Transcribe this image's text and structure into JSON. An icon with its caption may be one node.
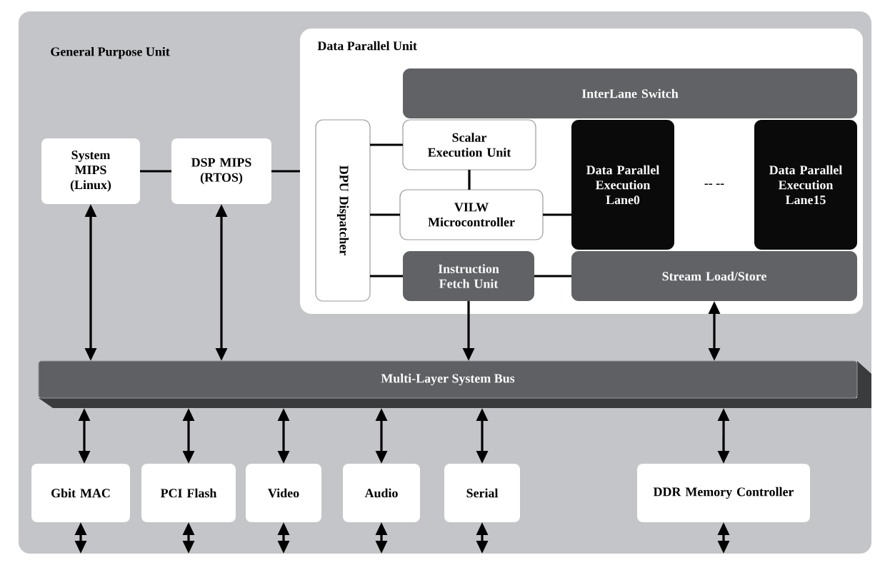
{
  "diagram": {
    "nodes": [
      {
        "text": [
          "General Purpose Unit"
        ]
      },
      {
        "text": [
          "Data Parallel Unit"
        ],
        "in": 0
      },
      {
        "text": [
          "System MIPS (Linux)"
        ],
        "in": 0
      },
      {
        "text": [
          "DSP MIPS (RTOS)"
        ],
        "in": 0
      },
      {
        "text": [
          "DPU Dispatcher"
        ],
        "in": 1
      },
      {
        "text": [
          "InterLane Switch"
        ],
        "in": 1
      },
      {
        "text": [
          "Scalar Execution Unit"
        ],
        "in": 1
      },
      {
        "text": [
          "VILW Microcontroller"
        ],
        "in": 1
      },
      {
        "text": [
          "Instruction Fetch Unit"
        ],
        "in": 1
      },
      {
        "text": [
          "Data Parallel Execution Lane0"
        ],
        "in": 1
      },
      {
        "text": [
          "Data Parallel Execution Lane15"
        ],
        "in": 1
      },
      {
        "text": [
          "Stream Load/Store"
        ],
        "in": 1
      },
      {
        "text": [
          "Multi-Layer System Bus"
        ],
        "in": 0
      },
      {
        "text": [
          "Gbit MAC"
        ],
        "in": 0
      },
      {
        "text": [
          "PCI Flash"
        ],
        "in": 0
      },
      {
        "text": [
          "Video"
        ],
        "in": 0
      },
      {
        "text": [
          "Audio"
        ],
        "in": 0
      },
      {
        "text": [
          "Serial"
        ],
        "in": 0
      },
      {
        "text": [
          "DDR Memory Controller"
        ],
        "in": 0
      }
    ],
    "edges": [
      {
        "from": 2,
        "to": 3,
        "arrow": "none"
      },
      {
        "from": 3,
        "to": 1,
        "arrow": "none"
      },
      {
        "from": 4,
        "to": 6,
        "arrow": "none"
      },
      {
        "from": 4,
        "to": 7,
        "arrow": "none"
      },
      {
        "from": 4,
        "to": 8,
        "arrow": "none"
      },
      {
        "from": 6,
        "to": 7,
        "arrow": "none"
      },
      {
        "from": 7,
        "to": 9,
        "arrow": "none"
      },
      {
        "from": 8,
        "to": 11,
        "arrow": "none"
      },
      {
        "from": 2,
        "to": 12,
        "arrow": "both"
      },
      {
        "from": 3,
        "to": 12,
        "arrow": "both"
      },
      {
        "from": 8,
        "to": 12,
        "arrow": "to"
      },
      {
        "from": 11,
        "to": 12,
        "arrow": "both"
      },
      {
        "from": 12,
        "to": 13,
        "arrow": "both"
      },
      {
        "from": 12,
        "to": 14,
        "arrow": "both"
      },
      {
        "from": 12,
        "to": 15,
        "arrow": "both"
      },
      {
        "from": 12,
        "to": 16,
        "arrow": "both"
      },
      {
        "from": 12,
        "to": 17,
        "arrow": "both"
      },
      {
        "from": 12,
        "to": 18,
        "arrow": "both"
      },
      {
        "from": 13,
        "to": null,
        "arrow": "both"
      },
      {
        "from": 14,
        "to": null,
        "arrow": "both"
      },
      {
        "from": 15,
        "to": null,
        "arrow": "both"
      },
      {
        "from": 16,
        "to": null,
        "arrow": "both"
      },
      {
        "from": 17,
        "to": null,
        "arrow": "both"
      },
      {
        "from": 18,
        "to": null,
        "arrow": "both"
      }
    ],
    "labels": [
      "-- --"
    ]
  }
}
